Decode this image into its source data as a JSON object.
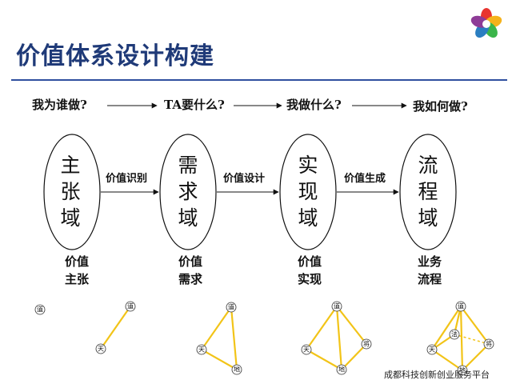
{
  "title": "价值体系设计构建",
  "questions": [
    "我为谁做?",
    "TA要什么?",
    "我做什么?",
    "我如何做?"
  ],
  "domains": [
    {
      "chars": [
        "主",
        "张",
        "域"
      ],
      "output": [
        "价值",
        "主张"
      ]
    },
    {
      "chars": [
        "需",
        "求",
        "域"
      ],
      "output": [
        "价值",
        "需求"
      ]
    },
    {
      "chars": [
        "实",
        "现",
        "域"
      ],
      "output": [
        "价值",
        "实现"
      ]
    },
    {
      "chars": [
        "流",
        "程",
        "域"
      ],
      "output": [
        "业务",
        "流程"
      ]
    }
  ],
  "connectors": [
    "价值识别",
    "价值设计",
    "价值生成"
  ],
  "node_labels": {
    "dao": "道",
    "tian": "天",
    "di": "地",
    "jiang": "将",
    "fa": "法"
  },
  "footer": "成都科技创新创业服务平台",
  "colors": {
    "title": "#1f3a78",
    "rule": "#2f4f9f",
    "edge": "#f2c418",
    "logo": [
      "#e8342f",
      "#f5b21b",
      "#3bb54a",
      "#2b7ec1",
      "#8e3c97"
    ]
  }
}
